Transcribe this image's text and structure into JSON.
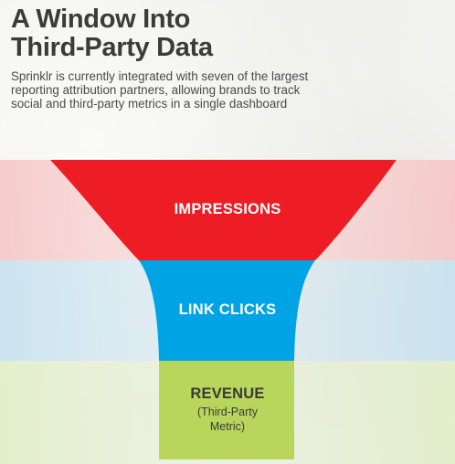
{
  "header": {
    "title_line1": "A Window Into",
    "title_line2": "Third-Party Data",
    "subtitle_line1": "Sprinklr is currently integrated with seven of the largest",
    "subtitle_line2": "reporting attribution partners, allowing brands to track",
    "subtitle_line3": "social and third-party metrics in a single dashboard"
  },
  "funnel": {
    "stages": [
      {
        "label": "IMPRESSIONS",
        "color": "#ee1c25"
      },
      {
        "label": "LINK CLICKS",
        "color": "#00a4e4"
      },
      {
        "label": "REVENUE",
        "sublabel_line1": "(Third-Party",
        "sublabel_line2": "Metric)",
        "color": "#b8d55c"
      }
    ]
  }
}
